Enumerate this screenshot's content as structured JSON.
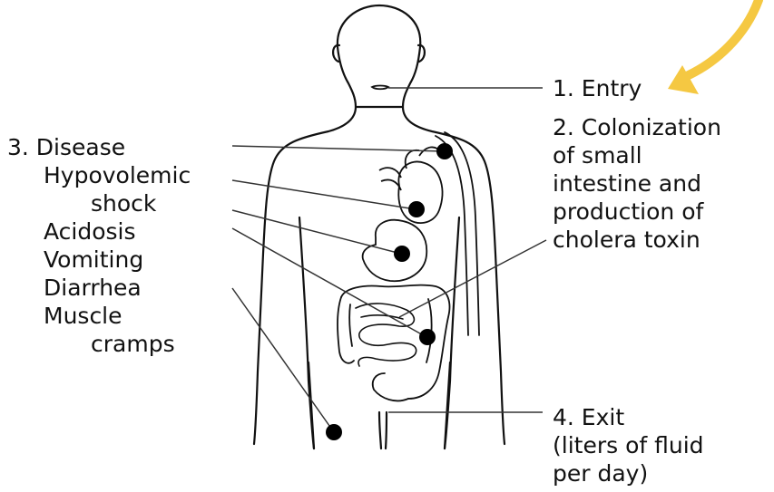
{
  "labels": {
    "entry": "1. Entry",
    "colonization": [
      "2. Colonization",
      "of small",
      "intestine and",
      "production of",
      "cholera toxin"
    ],
    "disease": {
      "title": "3. Disease",
      "symptoms": [
        "Hypovolemic",
        "shock",
        "Acidosis",
        "Vomiting",
        "Diarrhea",
        "Muscle",
        "cramps"
      ]
    },
    "exit": [
      "4. Exit",
      "(liters of fluid",
      "per day)"
    ]
  },
  "colors": {
    "outline": "#111111",
    "leader_line": "#333333",
    "marker": "#000000",
    "arrow": "#f5c842",
    "background": "#ffffff"
  },
  "icons": {
    "arrow": "curved-arrow-icon",
    "marker": "dot-marker-icon"
  }
}
